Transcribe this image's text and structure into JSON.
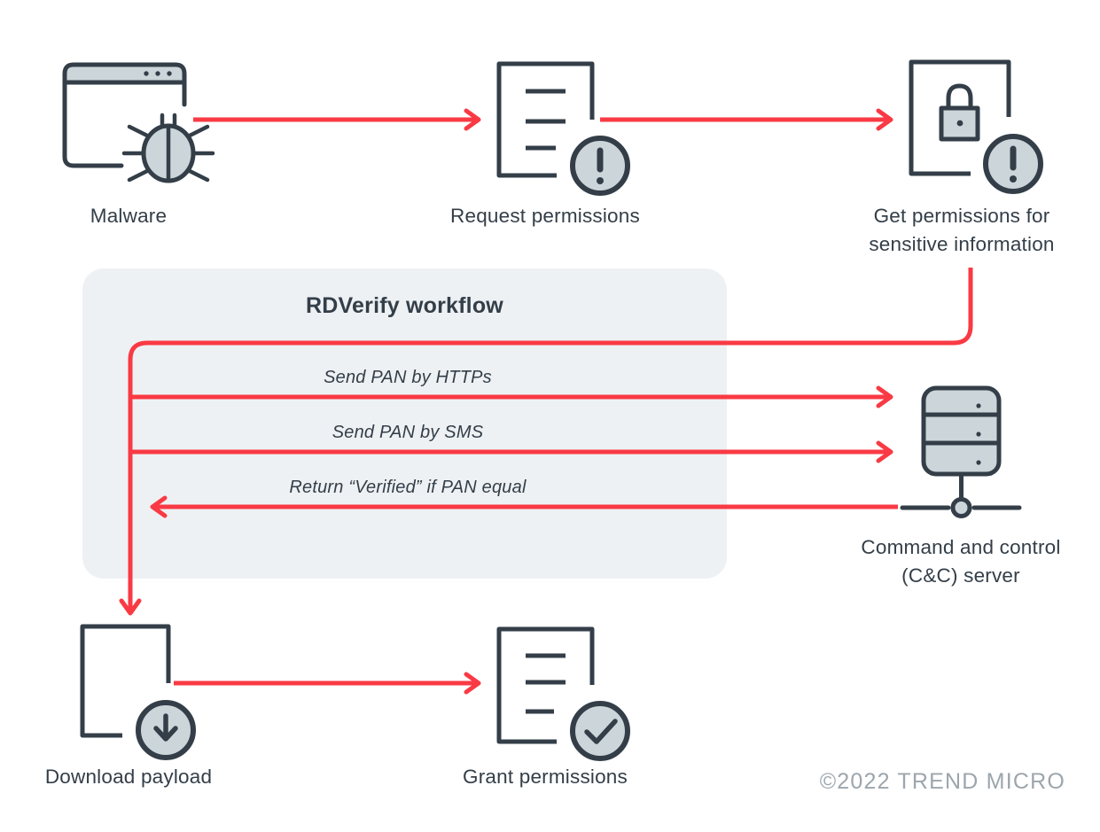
{
  "workflow": {
    "title": "RDVerify workflow"
  },
  "nodes": {
    "malware": "Malware",
    "request_permissions": "Request permissions",
    "get_permissions": "Get permissions for sensitive information",
    "cc_server": "Command and control (C&C) server",
    "download_payload": "Download payload",
    "grant_permissions": "Grant permissions"
  },
  "edges": {
    "malware_to_request": "",
    "request_to_get": "",
    "get_to_workflow": "",
    "send_pan_https": "Send PAN by HTTPs",
    "send_pan_sms": "Send PAN by SMS",
    "return_verified": "Return “Verified” if PAN equal",
    "workflow_to_download": "",
    "download_to_grant": ""
  },
  "footer": {
    "copyright": "©2022 TREND MICRO"
  },
  "icons": {
    "malware": "browser-bug-icon",
    "request_permissions": "document-exclamation-icon",
    "get_permissions": "document-lock-exclamation-icon",
    "cc_server": "server-network-icon",
    "download_payload": "device-download-icon",
    "grant_permissions": "document-check-icon"
  },
  "colors": {
    "accent_red": "#f93a44",
    "ink": "#333e48",
    "icon_fill": "#ccd5da",
    "panel_background": "#eef1f4",
    "muted_text": "#9ca6ac"
  }
}
